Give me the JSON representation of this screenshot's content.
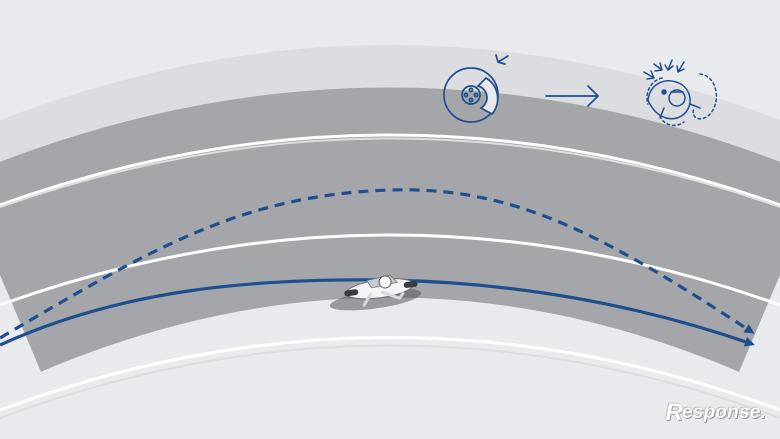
{
  "colors": {
    "background": "#e9eaee",
    "road": "#a5a6aa",
    "shoulder": "#dcdde1",
    "lane_marking": "#ffffff",
    "trajectory": "#1f4f8f",
    "icon_stroke": "#1f4f8f"
  },
  "icons": {
    "left": "brake-disc-icon",
    "middle": "arrow-right-icon",
    "right": "rider-motorcycle-icon"
  },
  "paths": {
    "actual": "solid-curve-following-lane",
    "without_system": "dashed-curve-running-wide"
  },
  "watermark": {
    "initial": "R",
    "rest": "esponse."
  }
}
